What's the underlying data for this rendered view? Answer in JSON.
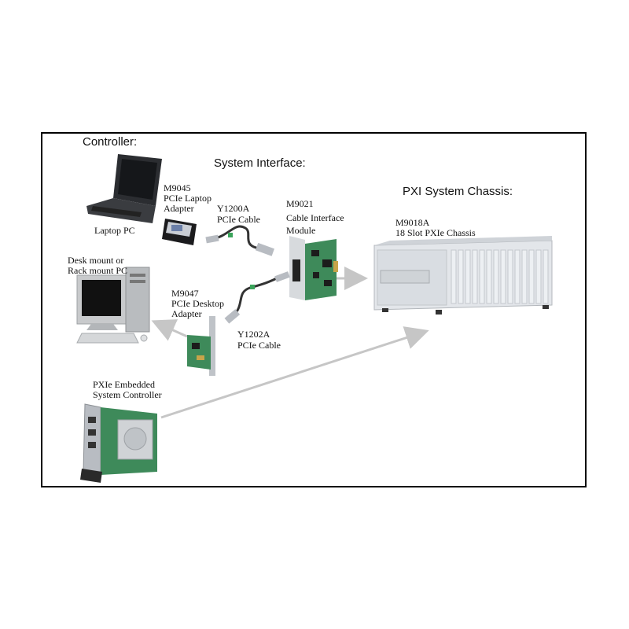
{
  "diagram": {
    "headings": {
      "controller": "Controller:",
      "system_interface": "System Interface:",
      "pxi_chassis": "PXI System Chassis:"
    },
    "labels": {
      "laptop": "Laptop PC",
      "desktop_l1": "Desk mount or",
      "desktop_l2": "Rack mount PC",
      "m9045_l1": "M9045",
      "m9045_l2": "PCIe Laptop",
      "m9045_l3": "Adapter",
      "y1200a_l1": "Y1200A",
      "y1200a_l2": "PCIe Cable",
      "m9021_l1": "M9021",
      "m9021_l2": "Cable Interface",
      "m9021_l3": "Module",
      "m9047_l1": "M9047",
      "m9047_l2": "PCIe Desktop",
      "m9047_l3": "Adapter",
      "y1202a_l1": "Y1202A",
      "y1202a_l2": "PCIe Cable",
      "m9018a_l1": "M9018A",
      "m9018a_l2": "18 Slot PXIe Chassis",
      "embedded_l1": "PXIe Embedded",
      "embedded_l2": "System Controller"
    },
    "colors": {
      "arrow": "#c6c6c6",
      "pcb": "#3e8a5a",
      "chassis": "#e3e6ea",
      "metal": "#bfc3c8"
    }
  }
}
